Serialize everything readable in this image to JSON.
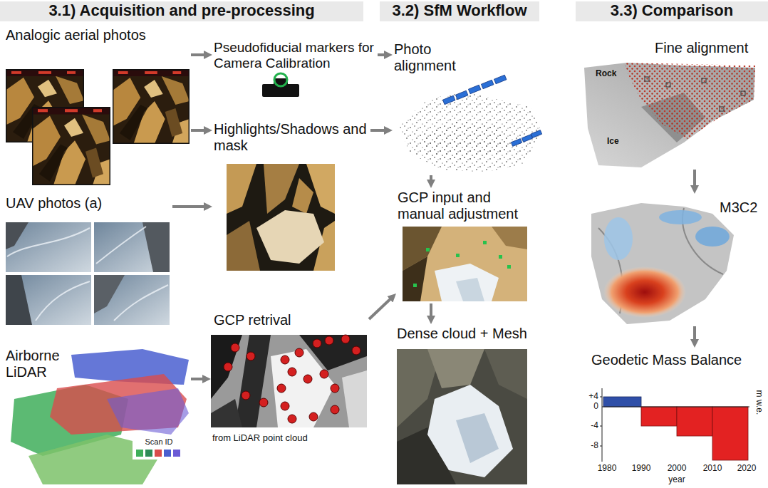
{
  "diagram": {
    "nodes": [
      {
        "text": [
          "3.1) Acquisition and pre-processing"
        ]
      },
      {
        "text": [
          "3.2) SfM Workflow"
        ]
      },
      {
        "text": [
          "3.3) Comparison"
        ]
      },
      {
        "text": [
          "Analogic aerial photos"
        ]
      },
      {
        "text": [
          "Pseudofiducial markers for Camera Calibration"
        ]
      },
      {
        "text": [
          "Photo alignment"
        ]
      },
      {
        "text": [
          "Fine alignment"
        ]
      },
      {
        "text": [
          "Highlights/Shadows and mask"
        ]
      },
      {
        "text": [
          "UAV photos (a)"
        ]
      },
      {
        "text": [
          "M3C2"
        ]
      },
      {
        "text": [
          "GCP input and manual adjustment"
        ]
      },
      {
        "text": [
          "Airborne LiDAR"
        ]
      },
      {
        "text": [
          "GCP retrival",
          "from LiDAR point cloud"
        ]
      },
      {
        "text": [
          "Dense cloud + Mesh"
        ]
      },
      {
        "text": [
          "Geodetic Mass Balance"
        ]
      }
    ],
    "edges": [
      {
        "from": 3,
        "to": 4,
        "arrow": "to"
      },
      {
        "from": 4,
        "to": 5,
        "arrow": "to"
      },
      {
        "from": 3,
        "to": 7,
        "arrow": "to"
      },
      {
        "from": 7,
        "to": 5,
        "arrow": "to"
      },
      {
        "from": 8,
        "to": 7,
        "arrow": "to"
      },
      {
        "from": 5,
        "to": 10,
        "arrow": "to"
      },
      {
        "from": 6,
        "to": 9,
        "arrow": "to"
      },
      {
        "from": 12,
        "to": 10,
        "arrow": "to"
      },
      {
        "from": 11,
        "to": 12,
        "arrow": "to"
      },
      {
        "from": 10,
        "to": 13,
        "arrow": "to"
      },
      {
        "from": 9,
        "to": 14,
        "arrow": "to"
      }
    ],
    "labels": [
      "Scan ID",
      "Rock",
      "Ice",
      "+4",
      "0",
      "-4",
      "-8",
      "1980",
      "1990",
      "2000",
      "2010",
      "2020",
      "year",
      "m w.e."
    ]
  }
}
